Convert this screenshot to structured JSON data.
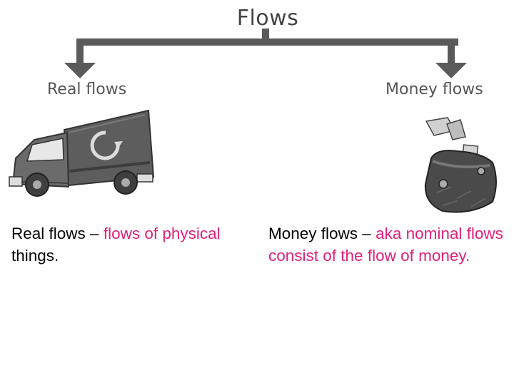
{
  "title": "Flows",
  "labels": {
    "real": "Real flows",
    "money": "Money flows"
  },
  "captions": {
    "left": {
      "term": "Real flows – ",
      "definition": "flows of physical",
      "rest": "things."
    },
    "right": {
      "term": "Money flows – ",
      "definition": "aka nominal flows consist of the flow of money."
    }
  },
  "colors": {
    "arrow": "#5a5a5a",
    "highlight": "#e0207a",
    "illustration": "#4a4a4a"
  },
  "icons": [
    "delivery-truck-icon",
    "purse-with-money-icon"
  ]
}
